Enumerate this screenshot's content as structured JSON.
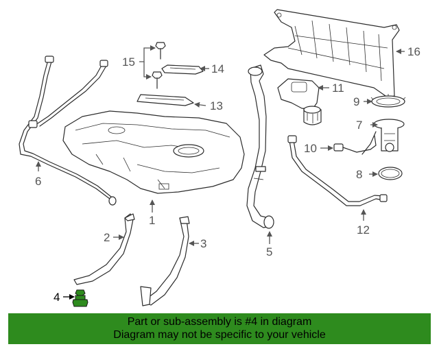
{
  "diagram": {
    "callouts": [
      "1",
      "2",
      "3",
      "4",
      "5",
      "6",
      "7",
      "8",
      "9",
      "10",
      "11",
      "12",
      "13",
      "14",
      "15",
      "16"
    ],
    "highlight_part": "4",
    "highlight_color": "#2e8b1e"
  },
  "banner": {
    "line1": "Part or sub-assembly is #4 in diagram",
    "line2": "Diagram may not be specific to your vehicle",
    "background": "#2e8b1e"
  }
}
